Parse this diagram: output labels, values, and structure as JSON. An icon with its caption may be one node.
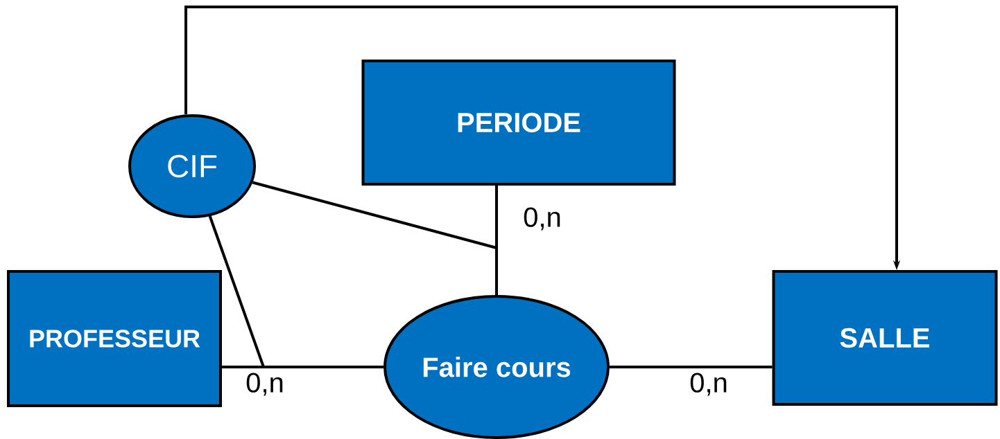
{
  "diagram": {
    "nodes": [
      {
        "text": [
          "PERIODE"
        ]
      },
      {
        "text": [
          "CIF"
        ]
      },
      {
        "text": [
          "PROFESSEUR"
        ]
      },
      {
        "text": [
          "Faire cours"
        ]
      },
      {
        "text": [
          "SALLE"
        ]
      }
    ],
    "edges": [
      {
        "from": 0,
        "to": 3,
        "arrow": "none",
        "label": "0,n"
      },
      {
        "from": 2,
        "to": 3,
        "arrow": "none",
        "label": "0,n"
      },
      {
        "from": 3,
        "to": 4,
        "arrow": "none",
        "label": "0,n"
      },
      {
        "from": 1,
        "to": 4,
        "arrow": "to"
      },
      {
        "from": 1,
        "to": null,
        "arrow": "none"
      },
      {
        "from": 1,
        "to": null,
        "arrow": "none"
      }
    ]
  }
}
